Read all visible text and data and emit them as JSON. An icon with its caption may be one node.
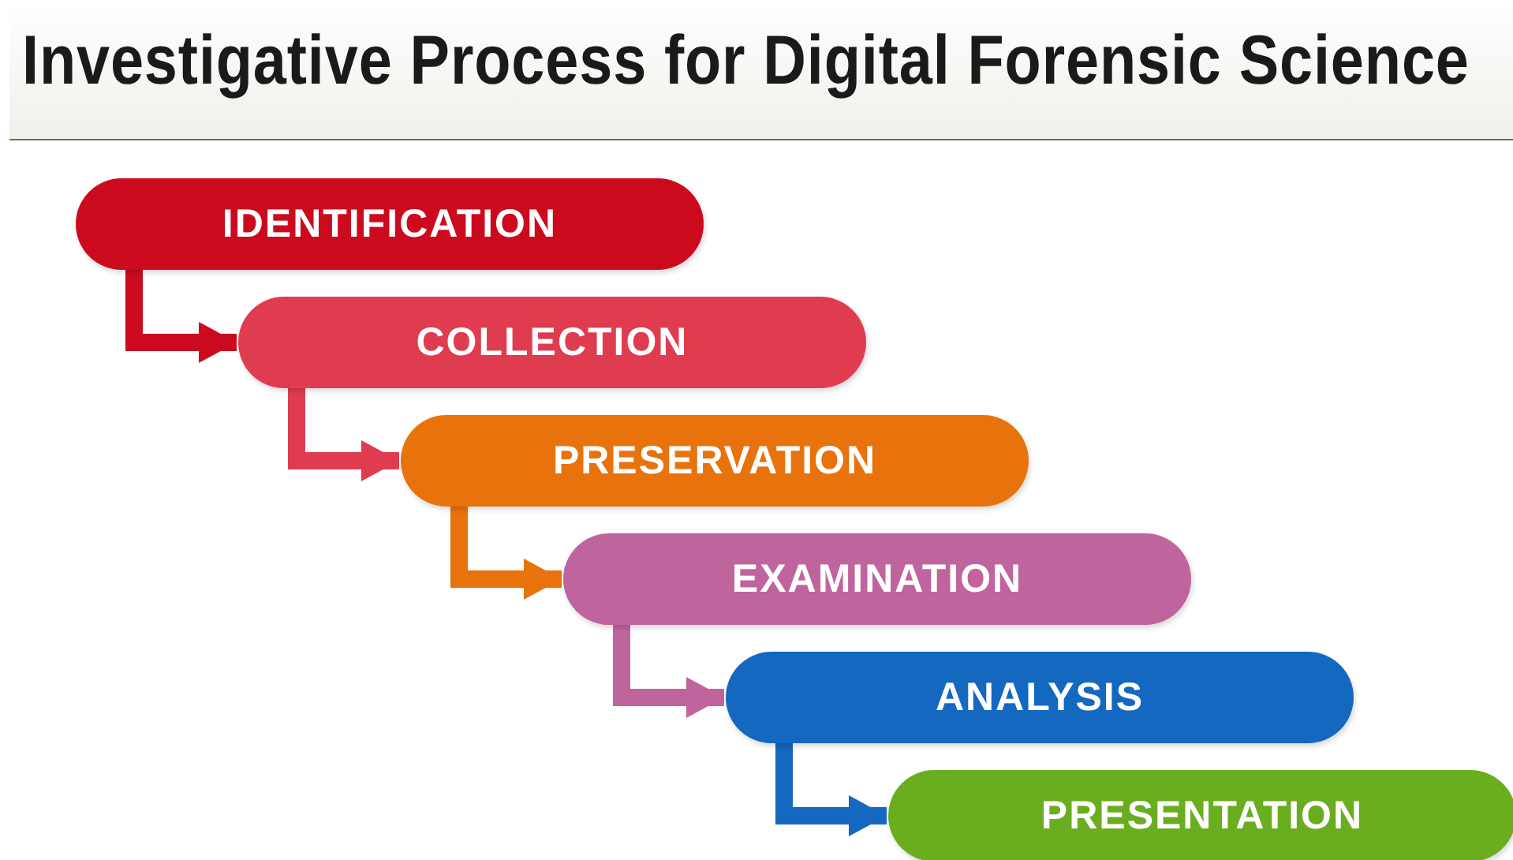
{
  "diagram": {
    "title": "Investigative Process for Digital Forensic Science",
    "nodes": [
      {
        "text": [
          "IDENTIFICATION"
        ]
      },
      {
        "text": [
          "COLLECTION"
        ]
      },
      {
        "text": [
          "PRESERVATION"
        ]
      },
      {
        "text": [
          "EXAMINATION"
        ]
      },
      {
        "text": [
          "ANALYSIS"
        ]
      },
      {
        "text": [
          "PRESENTATION"
        ]
      }
    ],
    "edges": [
      {
        "from": 0,
        "to": 1,
        "arrow": "to",
        "color": "#cc0a1e"
      },
      {
        "from": 1,
        "to": 2,
        "arrow": "to",
        "color": "#e03c50"
      },
      {
        "from": 2,
        "to": 3,
        "arrow": "to",
        "color": "#e8720c"
      },
      {
        "from": 3,
        "to": 4,
        "arrow": "to",
        "color": "#c0649e"
      },
      {
        "from": 4,
        "to": 5,
        "arrow": "to",
        "color": "#1468c0"
      }
    ]
  }
}
